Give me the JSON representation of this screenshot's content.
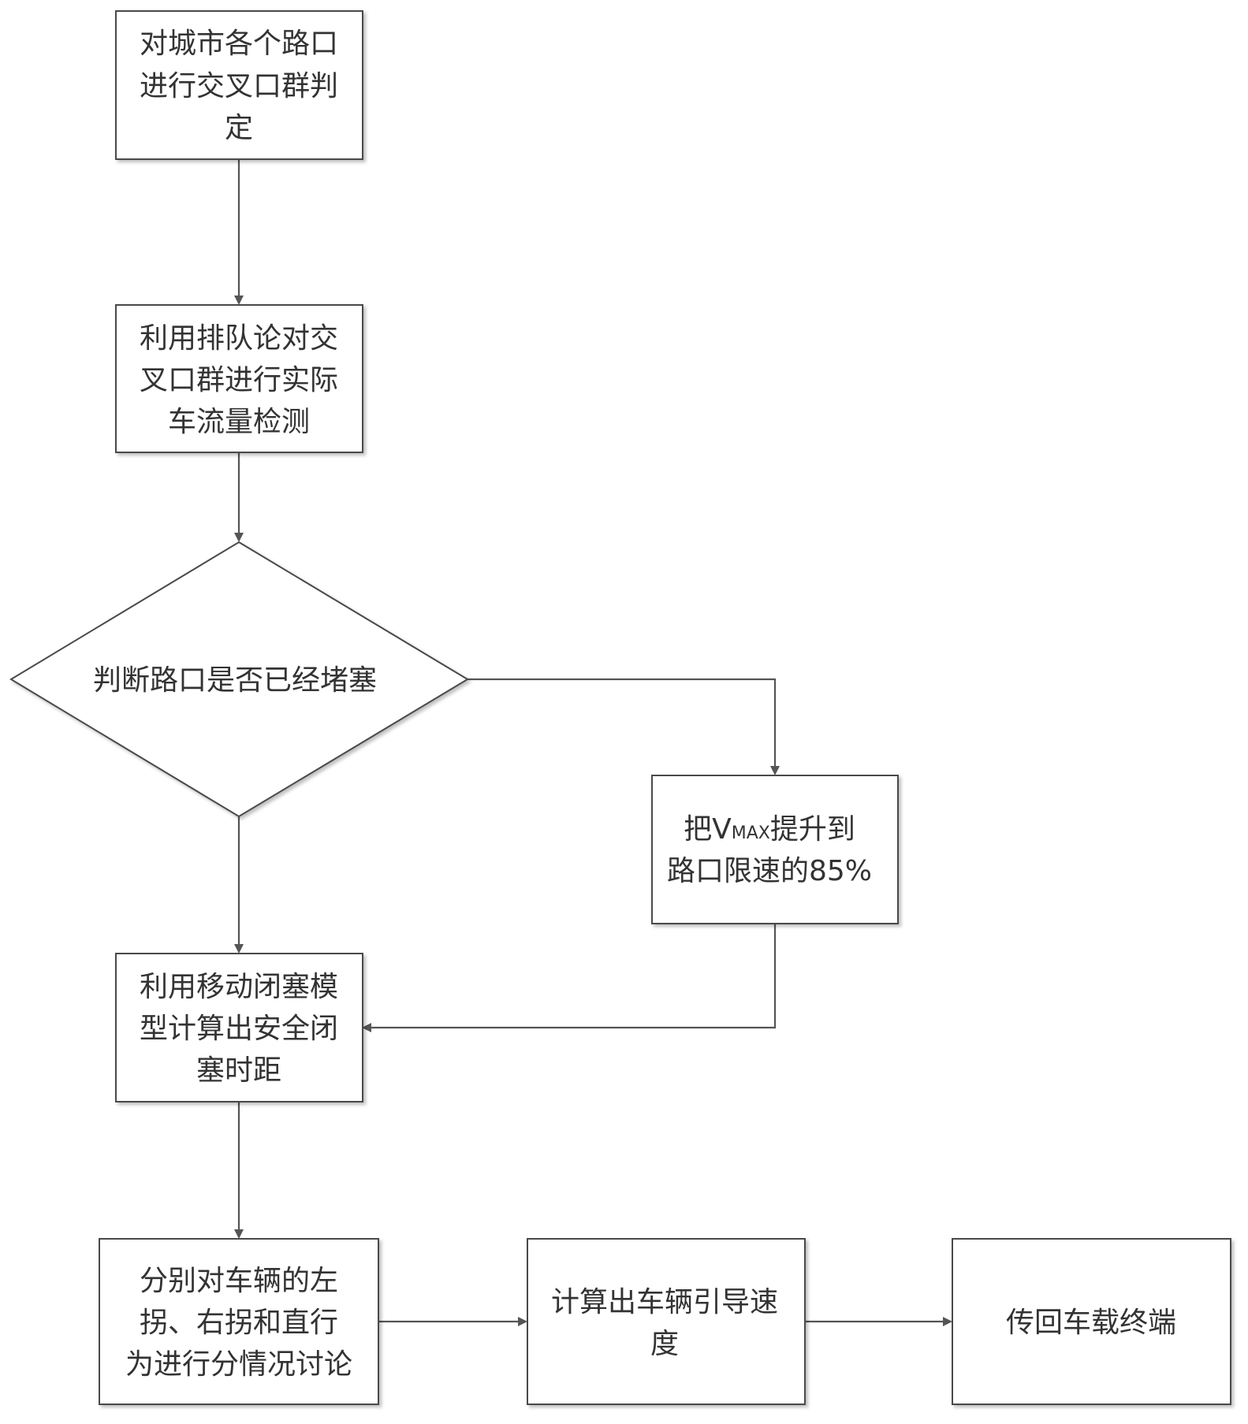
{
  "diagram": {
    "nodes": {
      "n1": {
        "lines": [
          "对城市各个路口",
          "进行交叉口群判",
          "定"
        ]
      },
      "n2": {
        "lines": [
          "利用排队论对交",
          "叉口群进行实际",
          "车流量检测"
        ]
      },
      "n3": {
        "lines": [
          "判断路口是否已经堵塞"
        ]
      },
      "n4": {
        "line1_prefix": "把V",
        "line1_subscript": "MAX",
        "line1_suffix": "提升到",
        "line2": "路口限速的85%"
      },
      "n5": {
        "lines": [
          "利用移动闭塞模",
          "型计算出安全闭",
          "塞时距"
        ]
      },
      "n6": {
        "lines": [
          "分别对车辆的左",
          "拐、右拐和直行",
          "为进行分情况讨论"
        ]
      },
      "n7": {
        "lines": [
          "计算出车辆引导速",
          "度"
        ]
      },
      "n8": {
        "lines": [
          "传回车载终端"
        ]
      }
    },
    "edges": [
      {
        "from": "n1",
        "to": "n2"
      },
      {
        "from": "n2",
        "to": "n3"
      },
      {
        "from": "n3",
        "to": "n4"
      },
      {
        "from": "n3",
        "to": "n5"
      },
      {
        "from": "n4",
        "to": "n5"
      },
      {
        "from": "n5",
        "to": "n6"
      },
      {
        "from": "n6",
        "to": "n7"
      },
      {
        "from": "n7",
        "to": "n8"
      }
    ]
  }
}
